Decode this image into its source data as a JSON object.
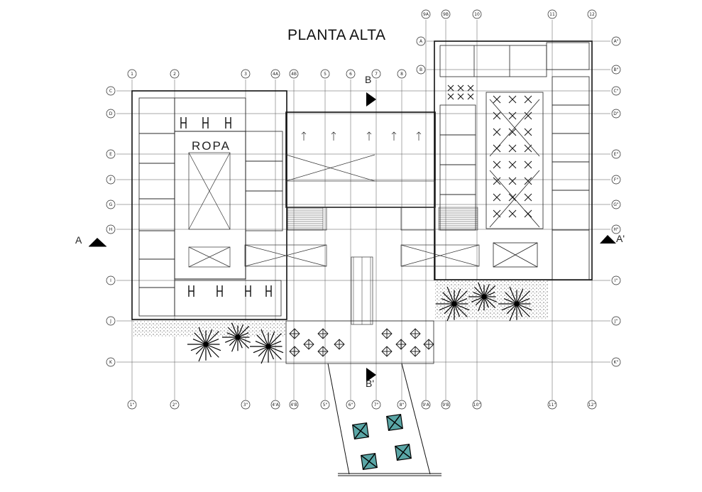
{
  "plan": {
    "title": "PLANTA ALTA",
    "room_label": "ROPA",
    "section_marks": {
      "a_left": "A",
      "a_right": "A'",
      "b_top": "B",
      "b_bottom": "B'"
    }
  },
  "grid": {
    "top_columns": [
      "1",
      "2",
      "3",
      "4A",
      "4B",
      "5",
      "6",
      "7",
      "8",
      "9A",
      "9B",
      "10",
      "11",
      "12"
    ],
    "bottom_columns": [
      "1\"",
      "2\"",
      "3\"",
      "4'A",
      "4'B",
      "5\"",
      "6\"",
      "7\"",
      "8\"",
      "9'A",
      "9'B",
      "10\"",
      "11\"",
      "12\""
    ],
    "left_rows": [
      "A",
      "B",
      "C",
      "D",
      "E",
      "F",
      "G",
      "H",
      "I",
      "J",
      "K"
    ],
    "right_rows": [
      "A\"",
      "B\"",
      "C\"",
      "D\"",
      "E\"",
      "F\"",
      "G\"",
      "H\"",
      "I\"",
      "J\"",
      "K\""
    ]
  }
}
